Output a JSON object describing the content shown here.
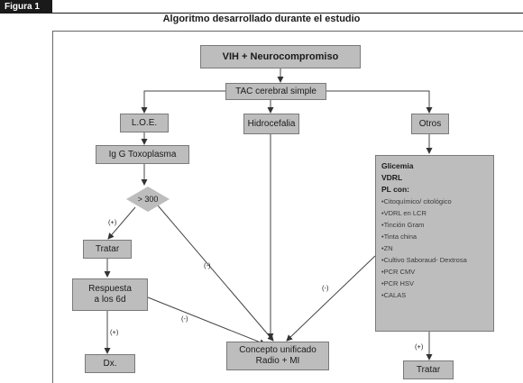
{
  "figure_tag": "Figura 1",
  "title": "Algoritmo desarrollado durante el estudio",
  "nodes": {
    "vih": "VIH + Neurocompromiso",
    "tac": "TAC cerebral simple",
    "loe": "L.O.E.",
    "hidrocefalia": "Hidrocefalia",
    "otros": "Otros",
    "igg": "Ig G Toxoplasma",
    "cutoff": "> 300",
    "tratar_left": "Tratar",
    "respuesta_line1": "Respuesta",
    "respuesta_line2": "a los 6d",
    "dx": "Dx.",
    "concepto_line1": "Concepto unificado",
    "concepto_line2": "Radio + MI",
    "tratar_right": "Tratar"
  },
  "otros_panel": {
    "headers": [
      "Glicemia",
      "VDRL",
      "PL con:"
    ],
    "items": [
      "•Citoquímico/ citológico",
      "•VDRL en LCR",
      "•Tinción Gram",
      "•Tinta china",
      "•ZN",
      "•Cultivo Saboraud- Dextrosa",
      "•PCR CMV",
      "•PCR HSV",
      "•CALAS"
    ]
  },
  "edge_labels": {
    "diamond_pos": "(+)",
    "diamond_neg": "(-)",
    "respuesta_pos": "(+)",
    "respuesta_neg": "(-)",
    "otros_neg": "(-)",
    "otros_pos": "(+)"
  }
}
